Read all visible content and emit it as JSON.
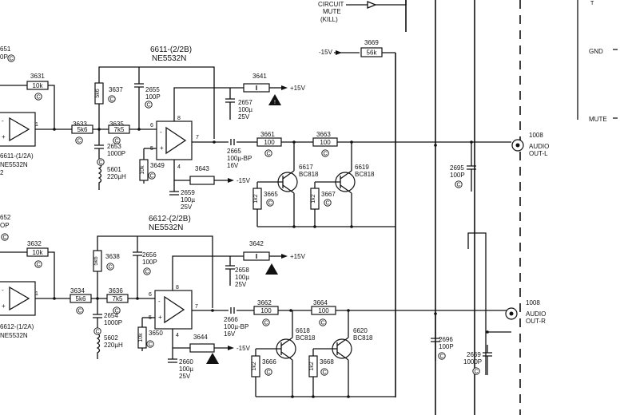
{
  "top_labels": {
    "circuit": "CIRCUIT",
    "mute": "MUTE",
    "kill": "(KILL)",
    "neg15": "-15V",
    "r3669_ref": "3669",
    "r3669_val": "56k"
  },
  "right_panel": {
    "gnd": "GND",
    "mute": "MUTE",
    "t_frag": "T"
  },
  "left_fragments": {
    "ch1_ref": "651",
    "ch1_cap": "0P",
    "ch1_opamp": "6611-(1/2A)",
    "ch1_part": "NE5532N",
    "ch1_pin": "2",
    "ch2_ref": "652",
    "ch2_cap": "OP",
    "ch2_opamp": "6612-(1/2A)",
    "ch2_part": "NE5532N"
  },
  "c_mark": "C",
  "channels": [
    {
      "opamp_title": "6611-(2/2B)",
      "opamp_part": "NE5532N",
      "r_fb_ref": "3631",
      "r_fb_val": "10k",
      "r_in_ref": "3633",
      "r_in_val": "5k6",
      "r_sh_ref": "3637",
      "r_sh_val": "5k6",
      "r_mid_ref": "3635",
      "r_mid_val": "7k5",
      "c_top_ref": "2655",
      "c_top_val": "100P",
      "c_mid_ref": "2653",
      "c_mid_val": "1000P",
      "l_ref": "5601",
      "l_val": "220µH",
      "r_bias_ref": "3649",
      "r_bias_val": "10k",
      "r_pos_ref": "3641",
      "supply_pos": "+15V",
      "c_pos_ref": "2657",
      "c_pos_val": "100µ",
      "c_pos_v": "25V",
      "r_neg_ref": "3643",
      "supply_neg": "-15V",
      "c_neg_ref": "2659",
      "c_neg_val": "100µ",
      "c_neg_v": "25V",
      "c_out_ref": "2665",
      "c_out_val": "100µ-BP",
      "c_out_v": "16V",
      "r_o1_ref": "3661",
      "r_o1_val": "100",
      "r_o2_ref": "3663",
      "r_o2_val": "100",
      "q1_ref": "6617",
      "q1_val": "BC818",
      "q2_ref": "6619",
      "q2_val": "BC818",
      "r_b1_ref": "3665",
      "r_b1_val": "1k2",
      "r_b2_ref": "3667",
      "r_b2_val": "1k2",
      "c_cap_ref": "2695",
      "c_cap_val": "100P",
      "conn_ref": "1008",
      "conn_label": "AUDIO",
      "conn_side": "OUT-L",
      "pin_in": "1",
      "pin_m": "5",
      "pin_p": "6",
      "pin_s": "8",
      "pin_o": "7",
      "pin_g": "4"
    },
    {
      "opamp_title": "6612-(2/2B)",
      "opamp_part": "NE5532N",
      "r_fb_ref": "3632",
      "r_fb_val": "10k",
      "r_in_ref": "3634",
      "r_in_val": "5k6",
      "r_sh_ref": "3638",
      "r_sh_val": "5k6",
      "r_mid_ref": "3636",
      "r_mid_val": "7k5",
      "c_top_ref": "2656",
      "c_top_val": "100P",
      "c_mid_ref": "2654",
      "c_mid_val": "1000P",
      "l_ref": "5602",
      "l_val": "220µH",
      "r_bias_ref": "3650",
      "r_bias_val": "10k",
      "r_pos_ref": "3642",
      "supply_pos": "+15V",
      "c_pos_ref": "2658",
      "c_pos_val": "100µ",
      "c_pos_v": "25V",
      "r_neg_ref": "3644",
      "supply_neg": "-15V",
      "c_neg_ref": "2660",
      "c_neg_val": "100µ",
      "c_neg_v": "25V",
      "c_out_ref": "2666",
      "c_out_val": "100µ-BP",
      "c_out_v": "16V",
      "r_o1_ref": "3662",
      "r_o1_val": "100",
      "r_o2_ref": "3664",
      "r_o2_val": "100",
      "q1_ref": "6618",
      "q1_val": "BC818",
      "q2_ref": "6620",
      "q2_val": "BC818",
      "r_b1_ref": "3666",
      "r_b1_val": "1k2",
      "r_b2_ref": "3668",
      "r_b2_val": "1k2",
      "c_cap_ref": "2696",
      "c_cap_val": "100P",
      "c_extra_ref": "2669",
      "c_extra_val": "1000P",
      "conn_ref": "1008",
      "conn_label": "AUDIO",
      "conn_side": "OUT-R",
      "pin_in": "1",
      "pin_m": "5",
      "pin_p": "6",
      "pin_s": "8",
      "pin_o": "7",
      "pin_g": "4"
    }
  ]
}
